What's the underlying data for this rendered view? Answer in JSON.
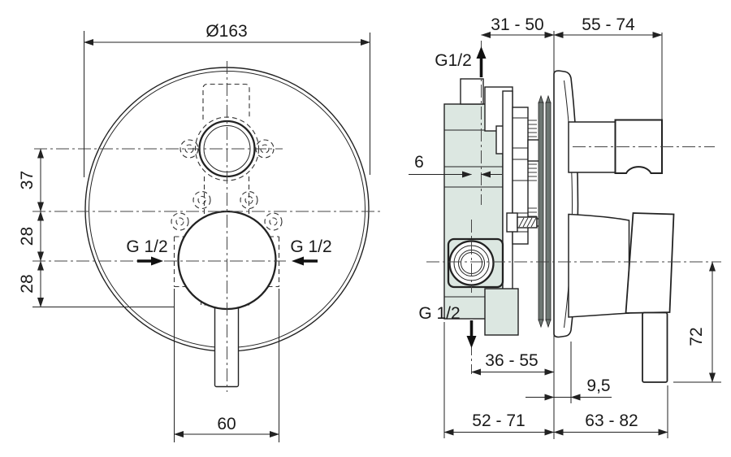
{
  "drawing": {
    "type": "installation-dimension-drawing",
    "views": [
      "front-view",
      "side-section-view"
    ]
  },
  "colors": {
    "line": "#222222",
    "centerline": "#444444",
    "body_fill": "#dce7e1",
    "seal_fill": "#6e7773",
    "text": "#1a1a1a",
    "background": "#ffffff"
  },
  "front_view": {
    "diameter": "Ø163",
    "dim_37": "37",
    "dim_28_upper": "28",
    "dim_28_lower": "28",
    "port_left": "G 1/2",
    "port_right": "G 1/2",
    "dim_60": "60"
  },
  "side_view": {
    "dim_31_50": "31 - 50",
    "dim_55_74": "55 - 74",
    "port_top": "G1/2",
    "dim_6": "6",
    "port_bottom": "G 1/2",
    "dim_36_55": "36 - 55",
    "dim_9_5": "9,5",
    "dim_52_71": "52 - 71",
    "dim_63_82": "63 - 82",
    "dim_72": "72"
  }
}
